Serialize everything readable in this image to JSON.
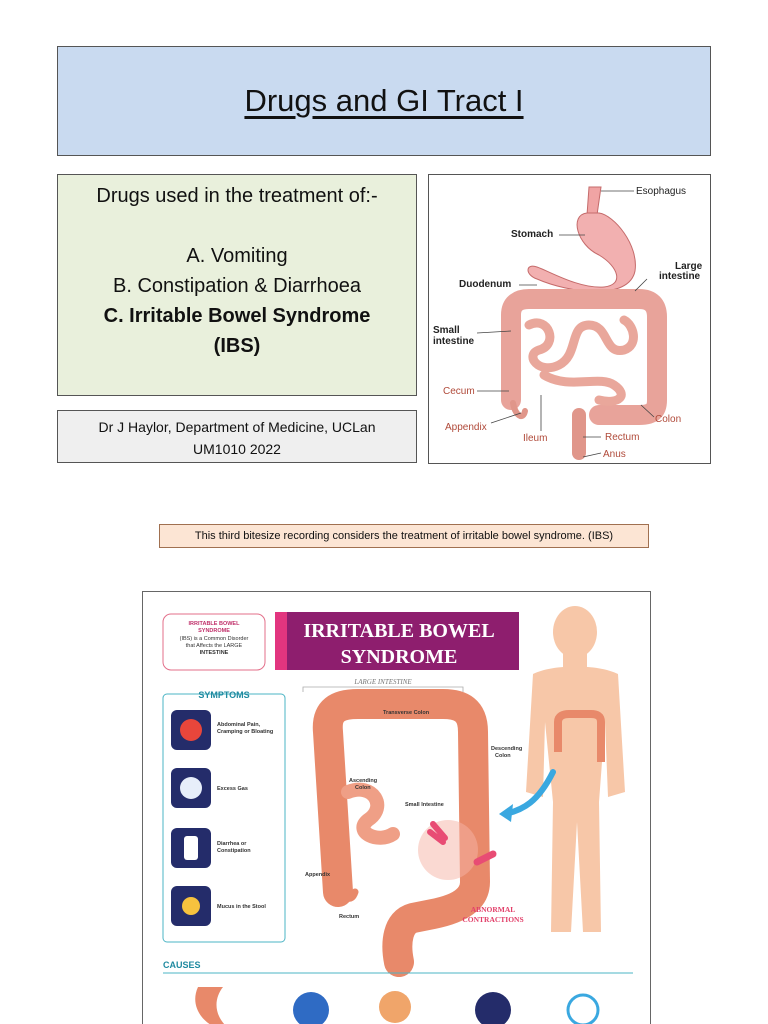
{
  "slide": {
    "title": "Drugs and GI Tract I",
    "intro": "Drugs used in the treatment of:-",
    "item_a": "A. Vomiting",
    "item_b": "B. Constipation & Diarrhoea",
    "item_c": "C. Irritable Bowel Syndrome",
    "item_c2": "(IBS)",
    "author": "Dr J Haylor,  Department of Medicine, UCLan",
    "course": "UM1010 2022"
  },
  "gi_diagram": {
    "labels": {
      "esophagus": "Esophagus",
      "stomach": "Stomach",
      "large_intestine_1": "Large",
      "large_intestine_2": "intestine",
      "duodenum": "Duodenum",
      "small_intestine_1": "Small",
      "small_intestine_2": "intestine",
      "cecum": "Cecum",
      "appendix": "Appendix",
      "ileum": "Ileum",
      "colon": "Colon",
      "rectum": "Rectum",
      "anus": "Anus"
    }
  },
  "caption": "This third bitesize recording  considers the treatment of  irritable bowel syndrome. (IBS)",
  "infographic": {
    "banner_1": "IRRITABLE BOWEL",
    "banner_2": "SYNDROME",
    "definition_1": "IRRITABLE BOWEL",
    "definition_2": "SYNDROME",
    "definition_3": "(IBS) is a Common Disorder",
    "definition_4": "that Affects the LARGE",
    "definition_5": "INTESTINE",
    "large_intestine": "LARGE INTESTINE",
    "symptoms_title": "SYMPTOMS",
    "symptom_1a": "Abdominal Pain,",
    "symptom_1b": "Cramping or Bloating",
    "symptom_2": "Excess Gas",
    "symptom_3a": "Diarrhea or",
    "symptom_3b": "Constipation",
    "symptom_4": "Mucus in the Stool",
    "causes_title": "CAUSES",
    "transverse": "Transverse Colon",
    "descending_1": "Descending",
    "descending_2": "Colon",
    "ascending_1": "Ascending",
    "ascending_2": "Colon",
    "small_int": "Small Intestine",
    "appendix": "Appendix",
    "rectum": "Rectum",
    "abnormal_1": "ABNORMAL",
    "abnormal_2": "CONTRACTIONS"
  },
  "colors": {
    "title_bg": "#c9daf0",
    "drugs_bg": "#e9f0dc",
    "caption_bg": "#fce5d4",
    "intestine": "#e8896a",
    "banner": "#8e1e6e"
  }
}
